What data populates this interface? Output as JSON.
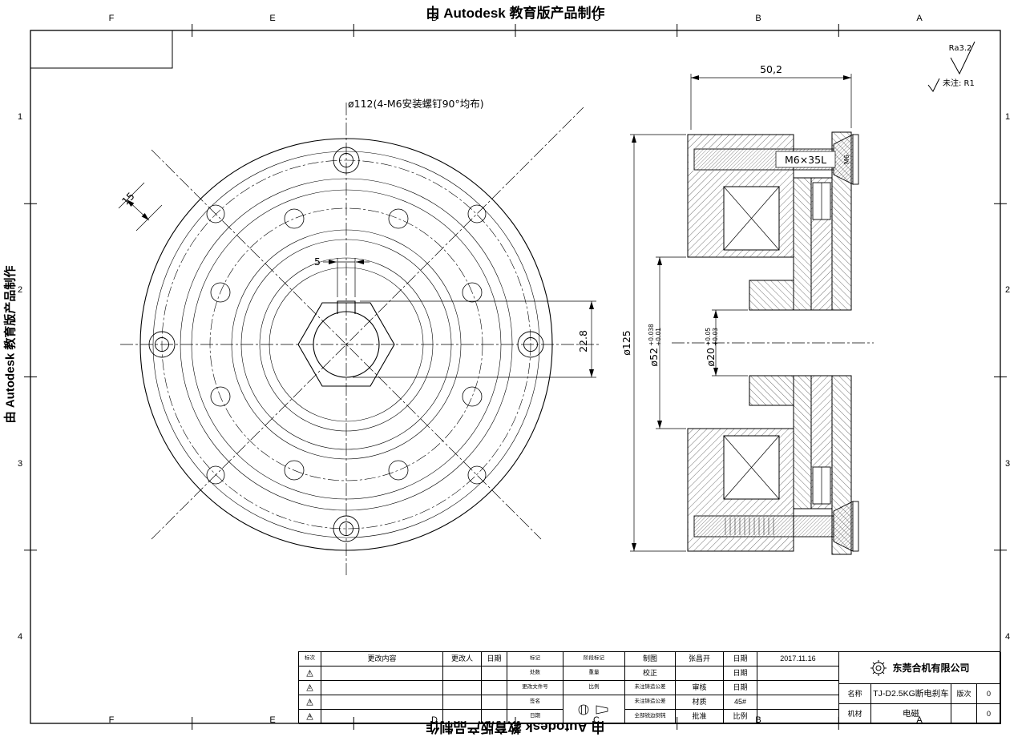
{
  "watermark": {
    "text": "由 Autodesk 教育版产品制作"
  },
  "frame": {
    "letters": [
      "F",
      "E",
      "D",
      "C",
      "B",
      "A"
    ],
    "numbers": [
      "1",
      "2",
      "3",
      "4"
    ]
  },
  "finish": {
    "ra": "Ra3.2",
    "note": "未注: R1"
  },
  "front": {
    "leader": "ø112(4-M6安装螺钉90°均布)",
    "dim_keyway_w": "5",
    "dim_keyway_d": "22.8",
    "dim_boss": "15"
  },
  "section": {
    "dim_width": "50,2",
    "dim_outer": "ø125",
    "dim_bore": "ø52",
    "bore_tol_hi": "+0.038",
    "bore_tol_lo": "+0.01",
    "dim_shaft": "ø20",
    "shaft_tol_hi": "+0.05",
    "shaft_tol_lo": "+0.03",
    "screw": "M6×35L",
    "screw_head": "M6"
  },
  "titleblock": {
    "rev_table": {
      "tri": "△",
      "col_no": "标次",
      "col_content": "更改内容",
      "col_by": "更改人",
      "col_date": "日期",
      "rows": [
        "1",
        "2",
        "3",
        "4"
      ]
    },
    "mid": {
      "l1": "标记",
      "l2": "处数",
      "l3": "更改文件号",
      "l4": "签名",
      "l5": "日期",
      "r1": "阶段标记",
      "r2": "重量",
      "r3": "比例"
    },
    "info": {
      "drawn": "制图",
      "drawn_by": "张昌开",
      "date": "日期",
      "date_val": "2017.11.16",
      "proof": "校正",
      "proof_date": "日期",
      "note1": "未注铸造公差",
      "audit": "审核",
      "audit_date": "日期",
      "note2": "未注铸造公差",
      "material": "材质",
      "material_val": "45#",
      "note3": "全部锐边倒钝",
      "approve": "批准",
      "scale": "比例"
    },
    "company": {
      "name": "东莞合机有限公司"
    },
    "product": {
      "name_label": "名称",
      "name": "TJ-D2.5KG断电刹车",
      "rev_label": "版次",
      "rev": "0",
      "part_label": "机材",
      "part": "电磁",
      "qty": "0"
    }
  }
}
